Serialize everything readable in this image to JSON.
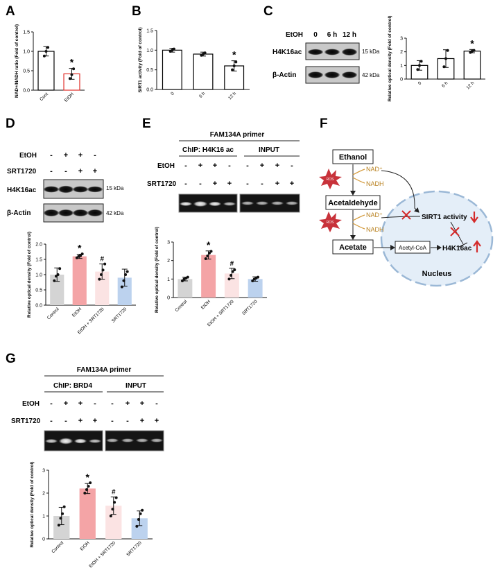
{
  "panels": {
    "A": {
      "label": "A",
      "chart_data": {
        "type": "bar",
        "categories": [
          "Cont",
          "EtOH"
        ],
        "values": [
          1.0,
          0.42
        ],
        "errors": [
          0.12,
          0.14
        ],
        "points": [
          [
            0.88,
            1.0,
            1.1
          ],
          [
            0.3,
            0.4,
            0.55
          ]
        ],
        "colors": [
          "#ffffff",
          "#ffffff"
        ],
        "edge_colors": [
          "#000000",
          "#e0302a"
        ],
        "ylabel": "NAD+/NADH ratio (Fold of control)",
        "ylim": [
          0,
          1.5
        ],
        "yticks": [
          "0.0",
          "0.5",
          "1.0",
          "1.5"
        ],
        "annotations": [
          {
            "category": "EtOH",
            "text": "*"
          }
        ]
      }
    },
    "B": {
      "label": "B",
      "chart_data": {
        "type": "bar",
        "categories": [
          "0",
          "6 h",
          "12 h"
        ],
        "values": [
          1.0,
          0.9,
          0.6
        ],
        "errors": [
          0.05,
          0.05,
          0.13
        ],
        "points": [
          [
            0.97,
            1.0,
            1.03
          ],
          [
            0.87,
            0.9,
            0.93
          ],
          [
            0.5,
            0.6,
            0.7
          ]
        ],
        "colors": [
          "#ffffff",
          "#ffffff",
          "#ffffff"
        ],
        "edge_colors": [
          "#000000",
          "#000000",
          "#000000"
        ],
        "ylabel": "SIRT1 activity (Fold of control)",
        "ylim": [
          0,
          1.5
        ],
        "yticks": [
          "0.0",
          "0.5",
          "1.0",
          "1.5"
        ],
        "annotations": [
          {
            "category": "12 h",
            "text": "*"
          }
        ]
      }
    },
    "C": {
      "label": "C",
      "blot": {
        "treatment_label": "EtOH",
        "columns": [
          "0",
          "6 h",
          "12 h"
        ],
        "rows": [
          {
            "name": "H4K16ac",
            "kda": "15 kDa"
          },
          {
            "name": "β-Actin",
            "kda": "42 kDa"
          }
        ]
      },
      "chart_data": {
        "type": "bar",
        "categories": [
          "0",
          "6 h",
          "12 h"
        ],
        "values": [
          1.0,
          1.5,
          2.05
        ],
        "errors": [
          0.35,
          0.65,
          0.12
        ],
        "points": [
          [
            0.7,
            1.0,
            1.3
          ],
          [
            0.9,
            1.5,
            2.1
          ],
          [
            1.95,
            2.05,
            2.1
          ]
        ],
        "colors": [
          "#ffffff",
          "#ffffff",
          "#ffffff"
        ],
        "edge_colors": [
          "#000000",
          "#000000",
          "#000000"
        ],
        "ylabel": "Relative optical density (Fold of control)",
        "ylim": [
          0,
          3
        ],
        "yticks": [
          "0",
          "1",
          "2",
          "3"
        ],
        "annotations": [
          {
            "category": "12 h",
            "text": "*"
          }
        ]
      }
    },
    "D": {
      "label": "D",
      "blot": {
        "conditions": [
          {
            "name": "EtOH",
            "signs": [
              "-",
              "+",
              "+",
              "-"
            ]
          },
          {
            "name": "SRT1720",
            "signs": [
              "-",
              "-",
              "+",
              "+"
            ]
          }
        ],
        "rows": [
          {
            "name": "H4K16ac",
            "kda": "15 kDa"
          },
          {
            "name": "β-Actin",
            "kda": "42 kDa"
          }
        ]
      },
      "chart_data": {
        "type": "bar",
        "categories": [
          "Control",
          "EtOH",
          "EtOH + SRT1720",
          "SRT1720"
        ],
        "values": [
          1.0,
          1.6,
          1.1,
          0.9
        ],
        "errors": [
          0.22,
          0.07,
          0.25,
          0.28
        ],
        "points": [
          [
            0.8,
            0.95,
            1.0,
            1.2
          ],
          [
            1.55,
            1.6,
            1.62,
            1.68
          ],
          [
            0.85,
            1.0,
            1.15,
            1.35
          ],
          [
            0.6,
            0.8,
            1.0,
            1.1
          ]
        ],
        "colors": [
          "#d4d4d4",
          "#f4a4a6",
          "#fbe3e3",
          "#bcd2ee"
        ],
        "ylabel": "Relative optical density (Fold of control)",
        "ylim": [
          0,
          2.0
        ],
        "yticks": [
          "0.0",
          "0.5",
          "1.0",
          "1.5",
          "2.0"
        ],
        "annotations": [
          {
            "category": "EtOH",
            "text": "*"
          },
          {
            "category": "EtOH + SRT1720",
            "text": "#"
          }
        ]
      }
    },
    "E": {
      "label": "E",
      "blot": {
        "primer_title": "FAM134A  primer",
        "group_chip": "ChIP: H4K16 ac",
        "group_input": "INPUT",
        "conditions": [
          {
            "name": "EtOH",
            "signs": [
              "-",
              "+",
              "+",
              "-",
              "-",
              "+",
              "+",
              "-"
            ]
          },
          {
            "name": "SRT1720",
            "signs": [
              "-",
              "-",
              "+",
              "+",
              "-",
              "-",
              "+",
              "+"
            ]
          }
        ]
      },
      "chart_data": {
        "type": "bar",
        "categories": [
          "Control",
          "EtOH",
          "EtOH + SRT1720",
          "SRT1720"
        ],
        "values": [
          1.0,
          2.3,
          1.3,
          1.0
        ],
        "errors": [
          0.1,
          0.22,
          0.28,
          0.12
        ],
        "points": [
          [
            0.9,
            1.0,
            1.05,
            1.1
          ],
          [
            2.1,
            2.25,
            2.4,
            2.5
          ],
          [
            1.0,
            1.2,
            1.4,
            1.5
          ],
          [
            0.9,
            1.0,
            1.05,
            1.1
          ]
        ],
        "colors": [
          "#d4d4d4",
          "#f4a4a6",
          "#fbe3e3",
          "#bcd2ee"
        ],
        "ylabel": "Relative optical density (Fold of control)",
        "ylim": [
          0,
          3
        ],
        "yticks": [
          "0",
          "1",
          "2",
          "3"
        ],
        "annotations": [
          {
            "category": "EtOH",
            "text": "*"
          },
          {
            "category": "EtOH + SRT1720",
            "text": "#"
          }
        ]
      }
    },
    "F": {
      "label": "F",
      "nodes": {
        "ethanol": "Ethanol",
        "acetaldehyde": "Acetaldehyde",
        "acetate": "Acetate",
        "acetyl_coa": "Acetyl-CoA",
        "h4k16ac": "H4K16ac",
        "sirt1": "SIRT1 activity",
        "nucleus": "Nucleus",
        "ros": "ROS",
        "nad": "NAD⁺",
        "nadh": "NADH"
      }
    },
    "G": {
      "label": "G",
      "blot": {
        "primer_title": "FAM134A  primer",
        "group_chip": "ChIP: BRD4",
        "group_input": "INPUT",
        "conditions": [
          {
            "name": "EtOH",
            "signs": [
              "-",
              "+",
              "+",
              "-",
              "-",
              "+",
              "+",
              "-"
            ]
          },
          {
            "name": "SRT1720",
            "signs": [
              "-",
              "-",
              "+",
              "+",
              "-",
              "-",
              "+",
              "+"
            ]
          }
        ]
      },
      "chart_data": {
        "type": "bar",
        "categories": [
          "Control",
          "EtOH",
          "EtOH + SRT1720",
          "SRT1720"
        ],
        "values": [
          1.0,
          2.2,
          1.45,
          0.9
        ],
        "errors": [
          0.38,
          0.22,
          0.38,
          0.32
        ],
        "points": [
          [
            0.6,
            0.9,
            1.1,
            1.4
          ],
          [
            2.0,
            2.15,
            2.3,
            2.45
          ],
          [
            1.0,
            1.3,
            1.6,
            1.8
          ],
          [
            0.55,
            0.85,
            1.1,
            1.25
          ]
        ],
        "colors": [
          "#d4d4d4",
          "#f4a4a6",
          "#fbe3e3",
          "#bcd2ee"
        ],
        "ylabel": "Relative optical density (Fold of control)",
        "ylim": [
          0,
          3
        ],
        "yticks": [
          "0",
          "1",
          "2",
          "3"
        ],
        "annotations": [
          {
            "category": "EtOH",
            "text": "*"
          },
          {
            "category": "EtOH + SRT1720",
            "text": "#"
          }
        ]
      }
    }
  }
}
